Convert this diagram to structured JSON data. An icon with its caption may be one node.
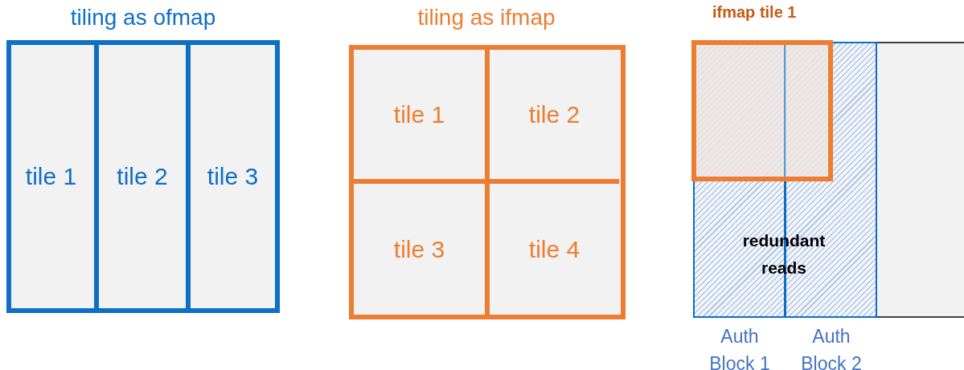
{
  "diagram": {
    "nodes": [
      {
        "text": [
          "tiling as ofmap"
        ]
      },
      {
        "text": [
          "tile 1"
        ],
        "in": 0
      },
      {
        "text": [
          "tile 2"
        ],
        "in": 0
      },
      {
        "text": [
          "tile 3"
        ],
        "in": 0
      },
      {
        "text": [
          "tiling as ifmap"
        ]
      },
      {
        "text": [
          "tile 1"
        ],
        "in": 4
      },
      {
        "text": [
          "tile 2"
        ],
        "in": 4
      },
      {
        "text": [
          "tile 3"
        ],
        "in": 4
      },
      {
        "text": [
          "tile 4"
        ],
        "in": 4
      },
      {
        "text": [],
        "shape": "box"
      },
      {
        "text": [
          "Auth Block 1"
        ],
        "in": 9
      },
      {
        "text": [
          "Auth Block 2"
        ],
        "in": 9
      },
      {
        "text": [
          "ifmap tile 1"
        ],
        "in": 9
      }
    ],
    "edges": [],
    "labels": [
      "redundant reads"
    ]
  }
}
